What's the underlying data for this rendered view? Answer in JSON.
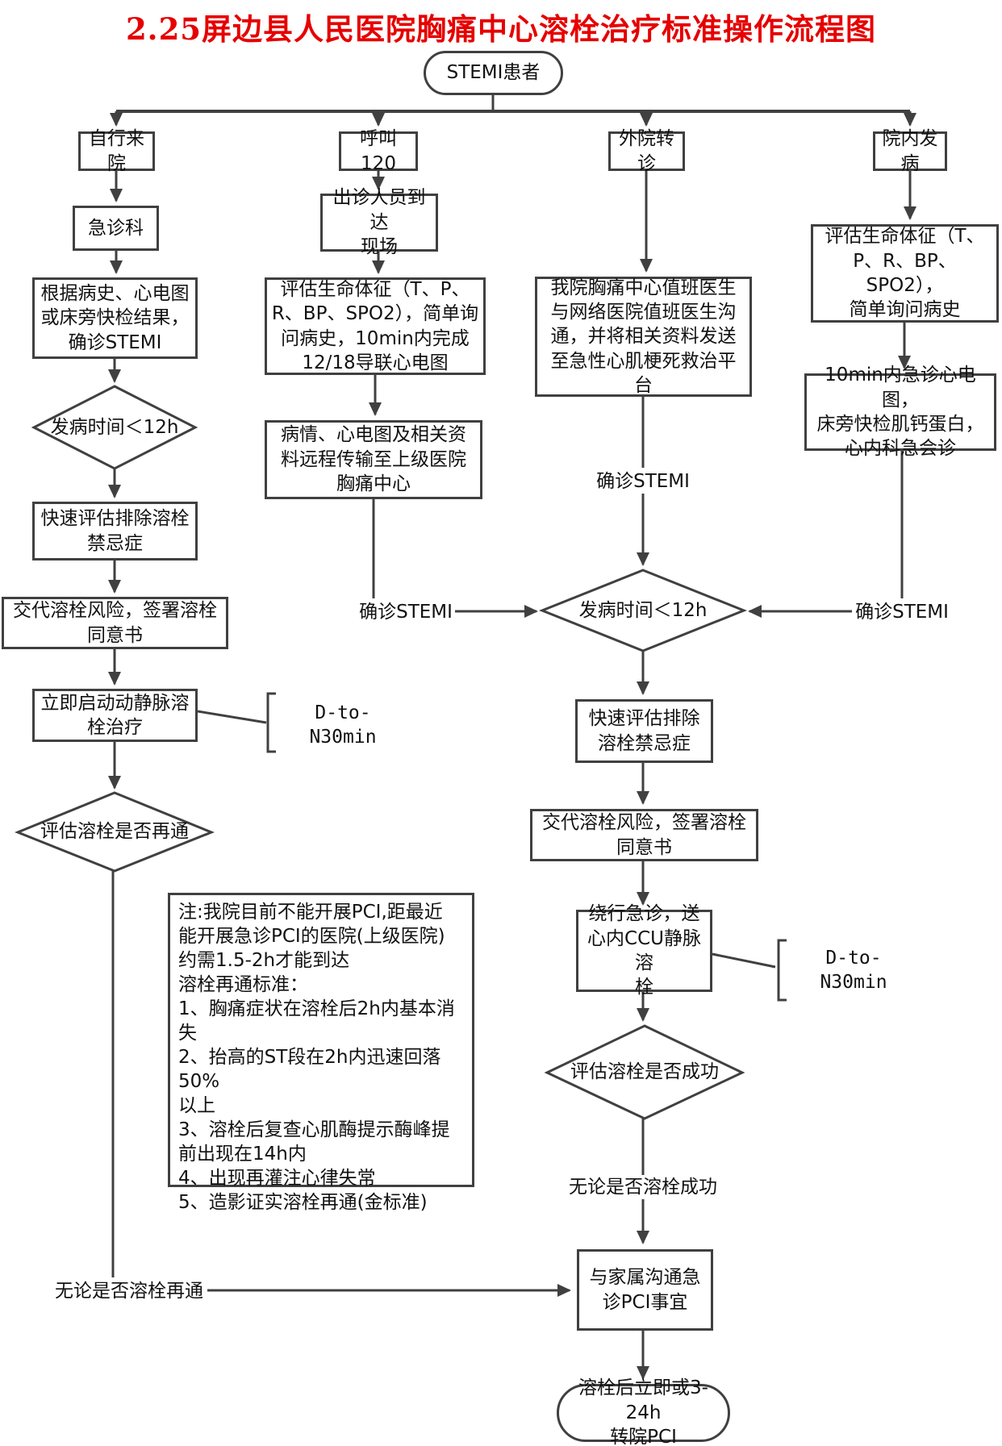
{
  "title": "2.25屏边县人民医院胸痛中心溶栓治疗标准操作流程图",
  "colors": {
    "title_red": "#e60000",
    "line_gray": "#404040"
  },
  "nodes": {
    "start": "STEMI患者",
    "self_arrival": "自行来院",
    "emergency_dept": "急诊科",
    "diagnose_stemi": "根据病史、心电图\n或床旁快检结果，\n确诊STEMI",
    "onset_lt12h_left": "发病时间＜12h",
    "exclude_contra_left": "快速评估排除溶栓\n禁忌症",
    "consent_left": "交代溶栓风险，签署溶栓\n同意书",
    "start_thrombolysis": "立即启动动静脉溶\n栓治疗",
    "d_to_n_left": "D-to-N30min",
    "assess_repatency": "评估溶栓是否再通",
    "regardless_repatency": "无论是否溶栓再通",
    "note": "注:我院目前不能开展PCI,距最近\n能开展急诊PCI的医院(上级医院)\n约需1.5-2h才能到达\n溶栓再通标准：\n1、胸痛症状在溶栓后2h内基本消\n失\n2、抬高的ST段在2h内迅速回落50%\n以上\n3、溶栓后复查心肌酶提示酶峰提\n前出现在14h内\n4、出现再灌注心律失常\n5、造影证实溶栓再通(金标准)",
    "call_120": "呼叫120",
    "team_arrive": "出诊人员到达\n现场",
    "vitals_120": "评估生命体征（T、P、\nR、BP、SPO2），简单询\n问病史，10min内完成\n12/18导联心电图",
    "transmit": "病情、心电图及相关资\n料远程传输至上级医院\n胸痛中心",
    "confirm_stemi_120": "确诊STEMI",
    "transfer_in": "外院转诊",
    "network_comm": "我院胸痛中心值班医生\n与网络医院值班医生沟\n通，并将相关资料发送\n至急性心肌梗死救治平\n台",
    "confirm_stemi_transfer": "确诊STEMI",
    "onset_lt12h_center": "发病时间＜12h",
    "exclude_contra_center": "快速评估排除\n溶栓禁忌症",
    "consent_center": "交代溶栓风险，签署溶栓\n同意书",
    "bypass_ccu": "绕行急诊，送\n心内CCU静脉溶\n栓",
    "d_to_n_center": "D-to-N30min",
    "assess_success": "评估溶栓是否成功",
    "regardless_success": "无论是否溶栓成功",
    "family_comm": "与家属沟通急\n诊PCI事宜",
    "transfer_pci": "溶栓后立即或3-24h\n转院PCI",
    "inhospital_onset": "院内发病",
    "vitals_inhospital": "评估生命体征（T、\nP、R、BP、SPO2），\n简单询问病史",
    "ecg_10min": "10min内急诊心电图，\n床旁快检肌钙蛋白，\n心内科急会诊",
    "confirm_stemi_inhospital": "确诊STEMI"
  }
}
